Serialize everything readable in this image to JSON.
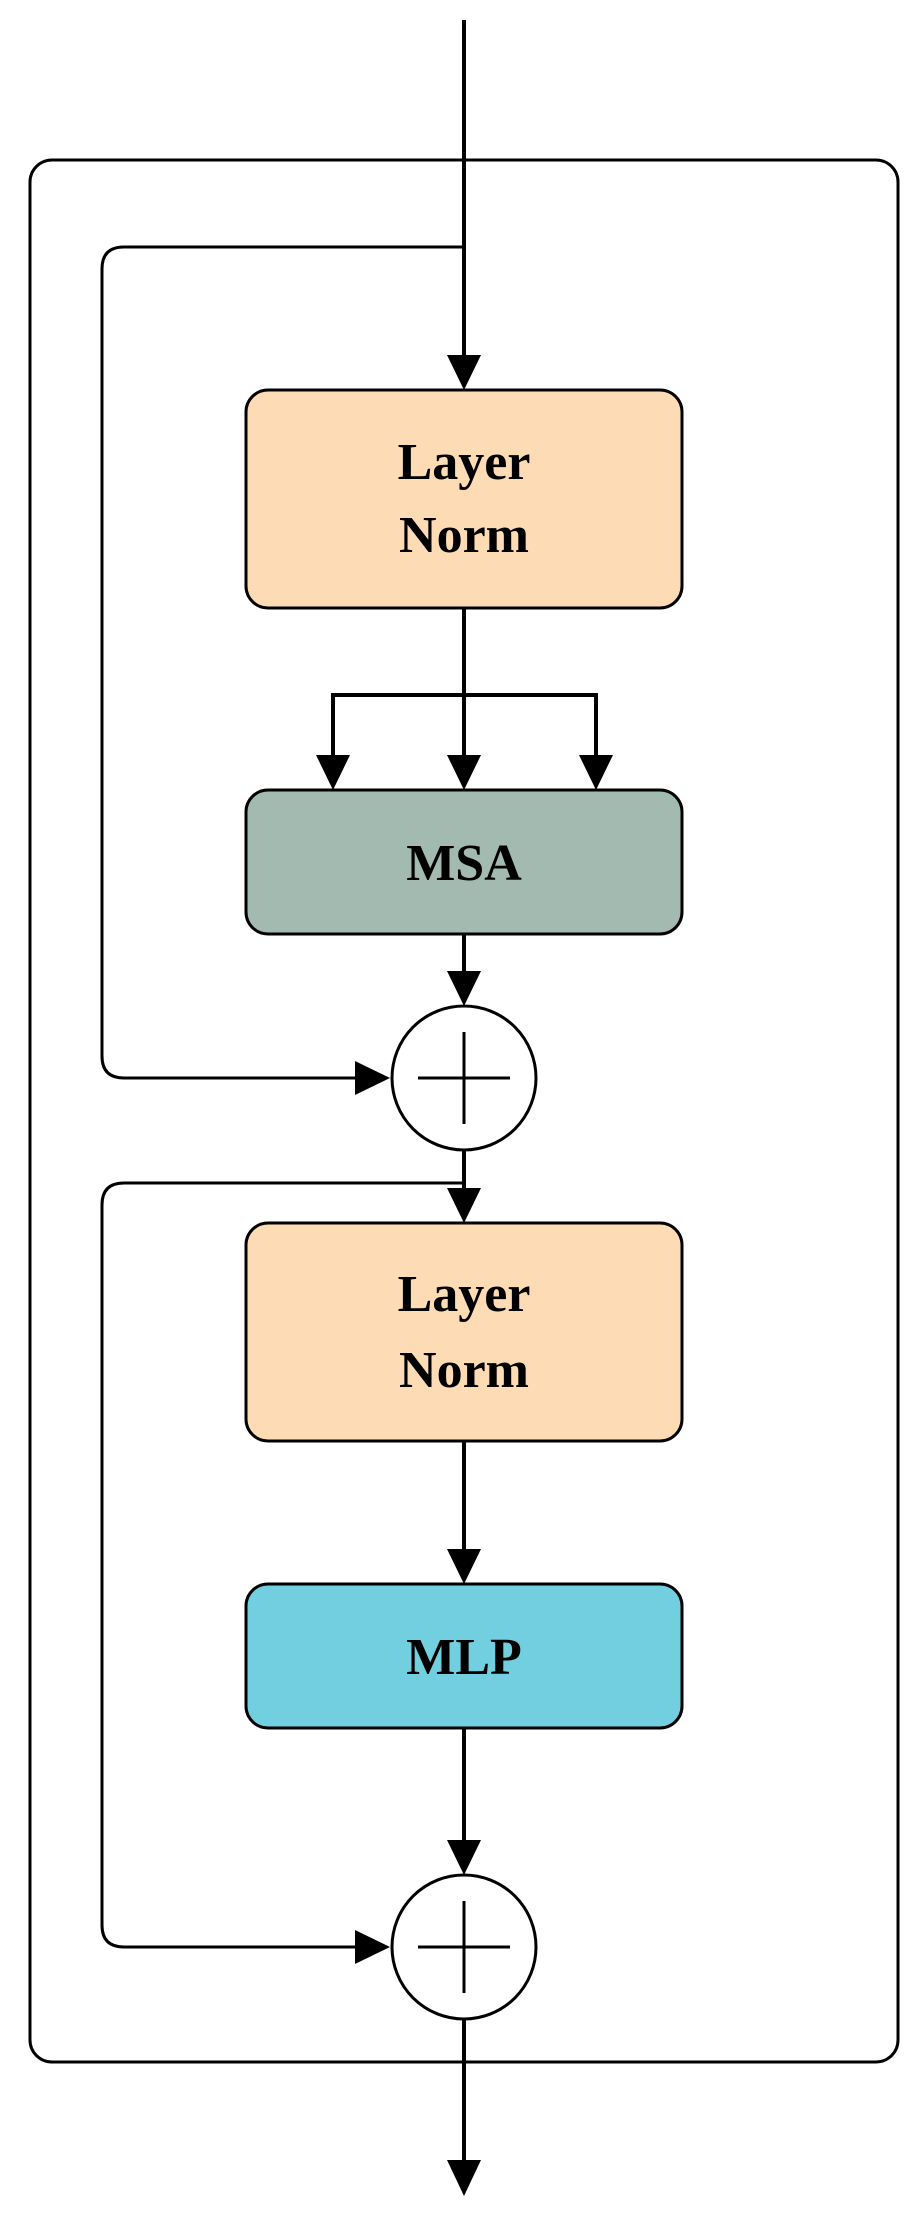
{
  "diagram": {
    "blocks": {
      "norm1": {
        "line1": "Layer",
        "line2": "Norm"
      },
      "msa": {
        "label": "MSA"
      },
      "norm2": {
        "line1": "Layer",
        "line2": "Norm"
      },
      "mlp": {
        "label": "MLP"
      }
    },
    "colors": {
      "layer_norm": "#fddcb5",
      "msa": "#a2bab0",
      "mlp": "#72cfe0",
      "stroke": "#000000",
      "background": "#ffffff"
    },
    "operators": {
      "residual_add_1": "add",
      "residual_add_2": "add"
    }
  }
}
